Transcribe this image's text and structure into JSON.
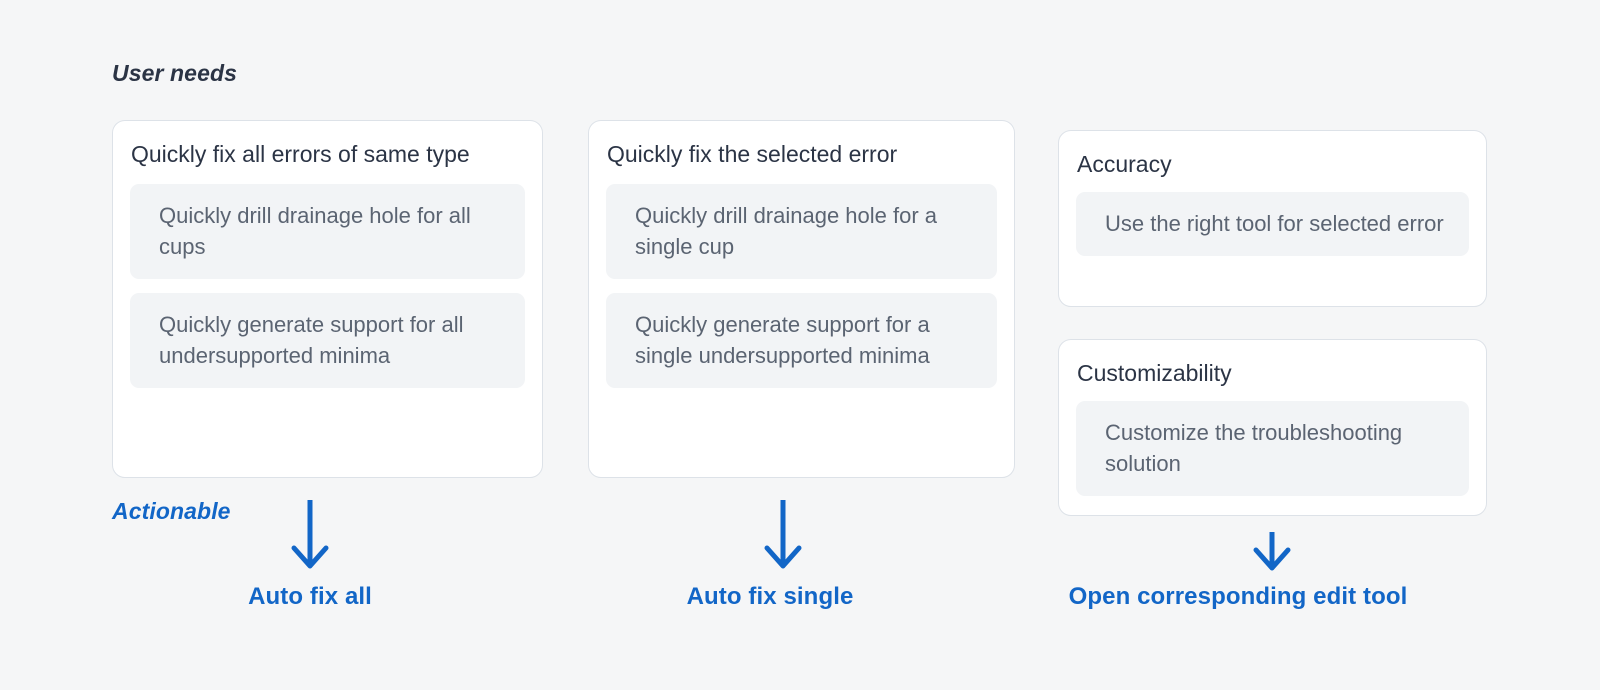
{
  "diagram": {
    "background_color": "#f5f6f7",
    "accent_color": "#1266c7",
    "row_labels": {
      "needs": "User needs",
      "actionable": "Actionable"
    },
    "columns": [
      {
        "id": "fix-all",
        "cards": [
          {
            "title": "Quickly fix all errors of same type",
            "items": [
              "Quickly drill drainage hole for all cups",
              "Quickly generate support for all undersupported minima"
            ]
          }
        ],
        "outcome": "Auto fix all"
      },
      {
        "id": "fix-selected",
        "cards": [
          {
            "title": "Quickly fix the selected error",
            "items": [
              "Quickly drill drainage hole for a single cup",
              "Quickly generate support for a single undersupported minima"
            ]
          }
        ],
        "outcome": "Auto fix single"
      },
      {
        "id": "qualities",
        "cards": [
          {
            "title": "Accuracy",
            "items": [
              "Use the right tool for selected error"
            ]
          },
          {
            "title": "Customizability",
            "items": [
              "Customize the troubleshooting solution"
            ]
          }
        ],
        "outcome": "Open corresponding edit tool"
      }
    ],
    "icons": {
      "arrow": "arrow-down-icon"
    }
  }
}
